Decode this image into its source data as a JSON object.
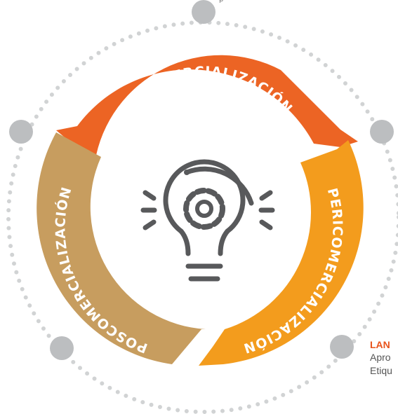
{
  "diagram": {
    "segments": [
      {
        "label": "PRECOMERCIALIZACIÓN",
        "color": "#ec6424"
      },
      {
        "label": "PERICOMERCIALIZACIÓN",
        "color": "#f39c1d"
      },
      {
        "label": "POSCOMERCIALIZACIÓN",
        "color": "#c79d5f"
      }
    ],
    "center_icon": "lightbulb-gear-icon",
    "icon_color": "#58595b",
    "node_color": "#bcbec0",
    "dots_color": "#d1d3d4"
  },
  "side_note": {
    "title": "LAN",
    "line1": "Apro",
    "line2": "Etiqu"
  },
  "top_fragment": "p"
}
